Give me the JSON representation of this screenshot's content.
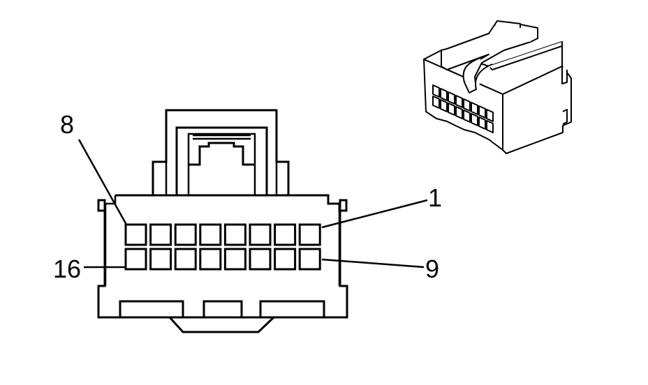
{
  "diagram": {
    "labels": {
      "top_left": "8",
      "top_right": "1",
      "bottom_left": "16",
      "bottom_right": "9"
    }
  }
}
